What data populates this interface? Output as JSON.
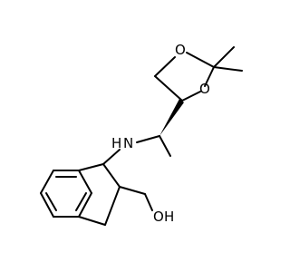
{
  "molecule": {
    "atoms": {
      "oxygen_ring_top": "O",
      "oxygen_ring_right": "O",
      "amine_nitrogen": "N",
      "amine_hydrogen": "H",
      "hydroxyl_oxygen": "O",
      "hydroxyl_hydrogen": "H"
    },
    "colors": {
      "bond": "#000000",
      "label": "#000000",
      "background": "#ffffff"
    }
  }
}
